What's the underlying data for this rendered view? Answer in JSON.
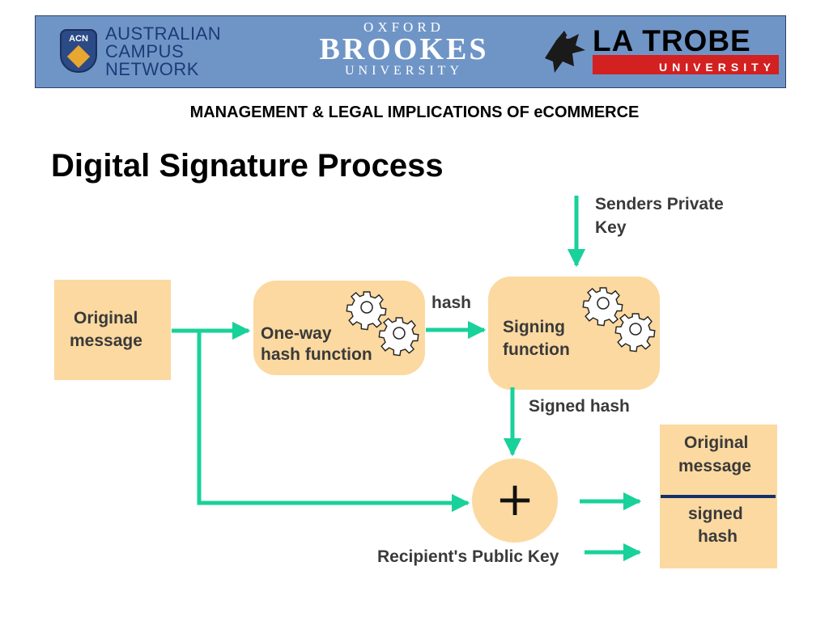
{
  "banner": {
    "acn": {
      "badge_text": "ACN",
      "line1": "AUSTRALIAN",
      "line2": "CAMPUS",
      "line3": "NETWORK"
    },
    "brookes": {
      "line1": "OXFORD",
      "line2": "BROOKES",
      "line3": "UNIVERSITY"
    },
    "latrobe": {
      "title": "LA TROBE",
      "sub": "UNIVERSITY"
    },
    "colors": {
      "background": "#6f95c7",
      "latrobe_red": "#d32020",
      "acn_navy": "#1d3a78"
    }
  },
  "subtitle": "MANAGEMENT & LEGAL IMPLICATIONS OF eCOMMERCE",
  "title": "Digital Signature Process",
  "diagram": {
    "original_message": [
      "Original",
      "message"
    ],
    "hash_function": [
      "One-way",
      "hash function"
    ],
    "hash_label": "hash",
    "signing_function": [
      "Signing",
      "function"
    ],
    "senders_private_key": [
      "Senders Private",
      "Key"
    ],
    "signed_hash_label": "Signed hash",
    "combine_symbol": "+",
    "recipients_public_key": "Recipient's Public Key",
    "result_top": [
      "Original",
      "message"
    ],
    "result_bottom": [
      "signed",
      "hash"
    ],
    "colors": {
      "box_fill": "#fcd9a0",
      "arrow": "#19d19a",
      "divider": "#13306b",
      "label_text": "#3a3a3a"
    },
    "icons": [
      "gears-icon"
    ]
  }
}
